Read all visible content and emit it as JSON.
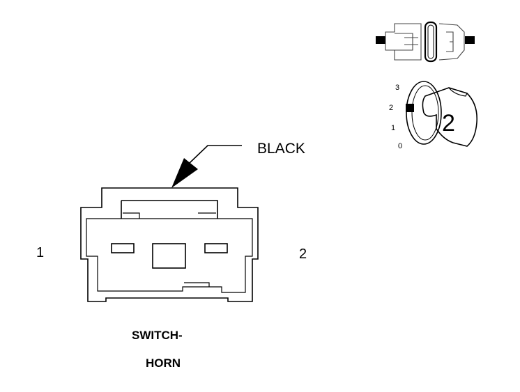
{
  "connector": {
    "color_label": "BLACK",
    "pin_left": "1",
    "pin_right": "2",
    "title_line1": "SWITCH-",
    "title_line2": "HORN"
  },
  "key_icon": {
    "scale_labels": [
      "3",
      "2",
      "1",
      "0"
    ],
    "key_number": "2"
  }
}
